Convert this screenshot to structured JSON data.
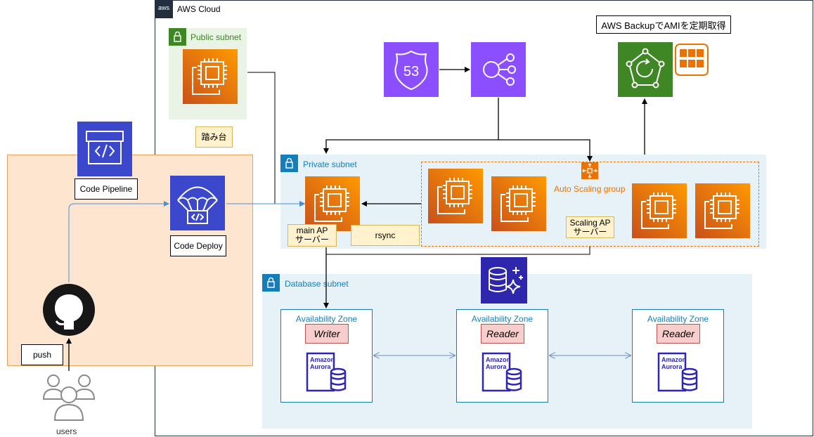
{
  "cloud": {
    "title": "AWS Cloud",
    "logo_text": "aws"
  },
  "public_subnet": {
    "title": "Public subnet",
    "bastion_label": "踏み台"
  },
  "private_subnet": {
    "title": "Private subnet",
    "main_ap_label": "main AP\nサーバー",
    "rsync_label": "rsync"
  },
  "auto_scaling": {
    "title": "Auto Scaling group",
    "scaling_ap_label": "Scaling AP\nサーバー"
  },
  "database_subnet": {
    "title": "Database subnet",
    "zones": [
      {
        "title": "Availability Zone",
        "role": "Writer",
        "engine": "Amazon\nAurora"
      },
      {
        "title": "Availability Zone",
        "role": "Reader",
        "engine": "Amazon\nAurora"
      },
      {
        "title": "Availability Zone",
        "role": "Reader",
        "engine": "Amazon\nAurora"
      }
    ]
  },
  "backup": {
    "title": "AWS BackupでAMIを定期取得"
  },
  "route53": {
    "text": "53"
  },
  "devops": {
    "pipeline_label": "Code Pipeline",
    "deploy_label": "Code Deploy",
    "push_label": "push",
    "users_label": "users"
  },
  "colors": {
    "ec2_orange": "#ed7100",
    "network_purple": "#8c4fff",
    "devtools_blue": "#3b48cc",
    "backup_green": "#3f8624",
    "database_blue": "#2e27ad",
    "private_subnet_bg": "#e6f2f8",
    "public_subnet_bg": "#e9f3e6",
    "devops_area_bg": "#fde5d0"
  }
}
